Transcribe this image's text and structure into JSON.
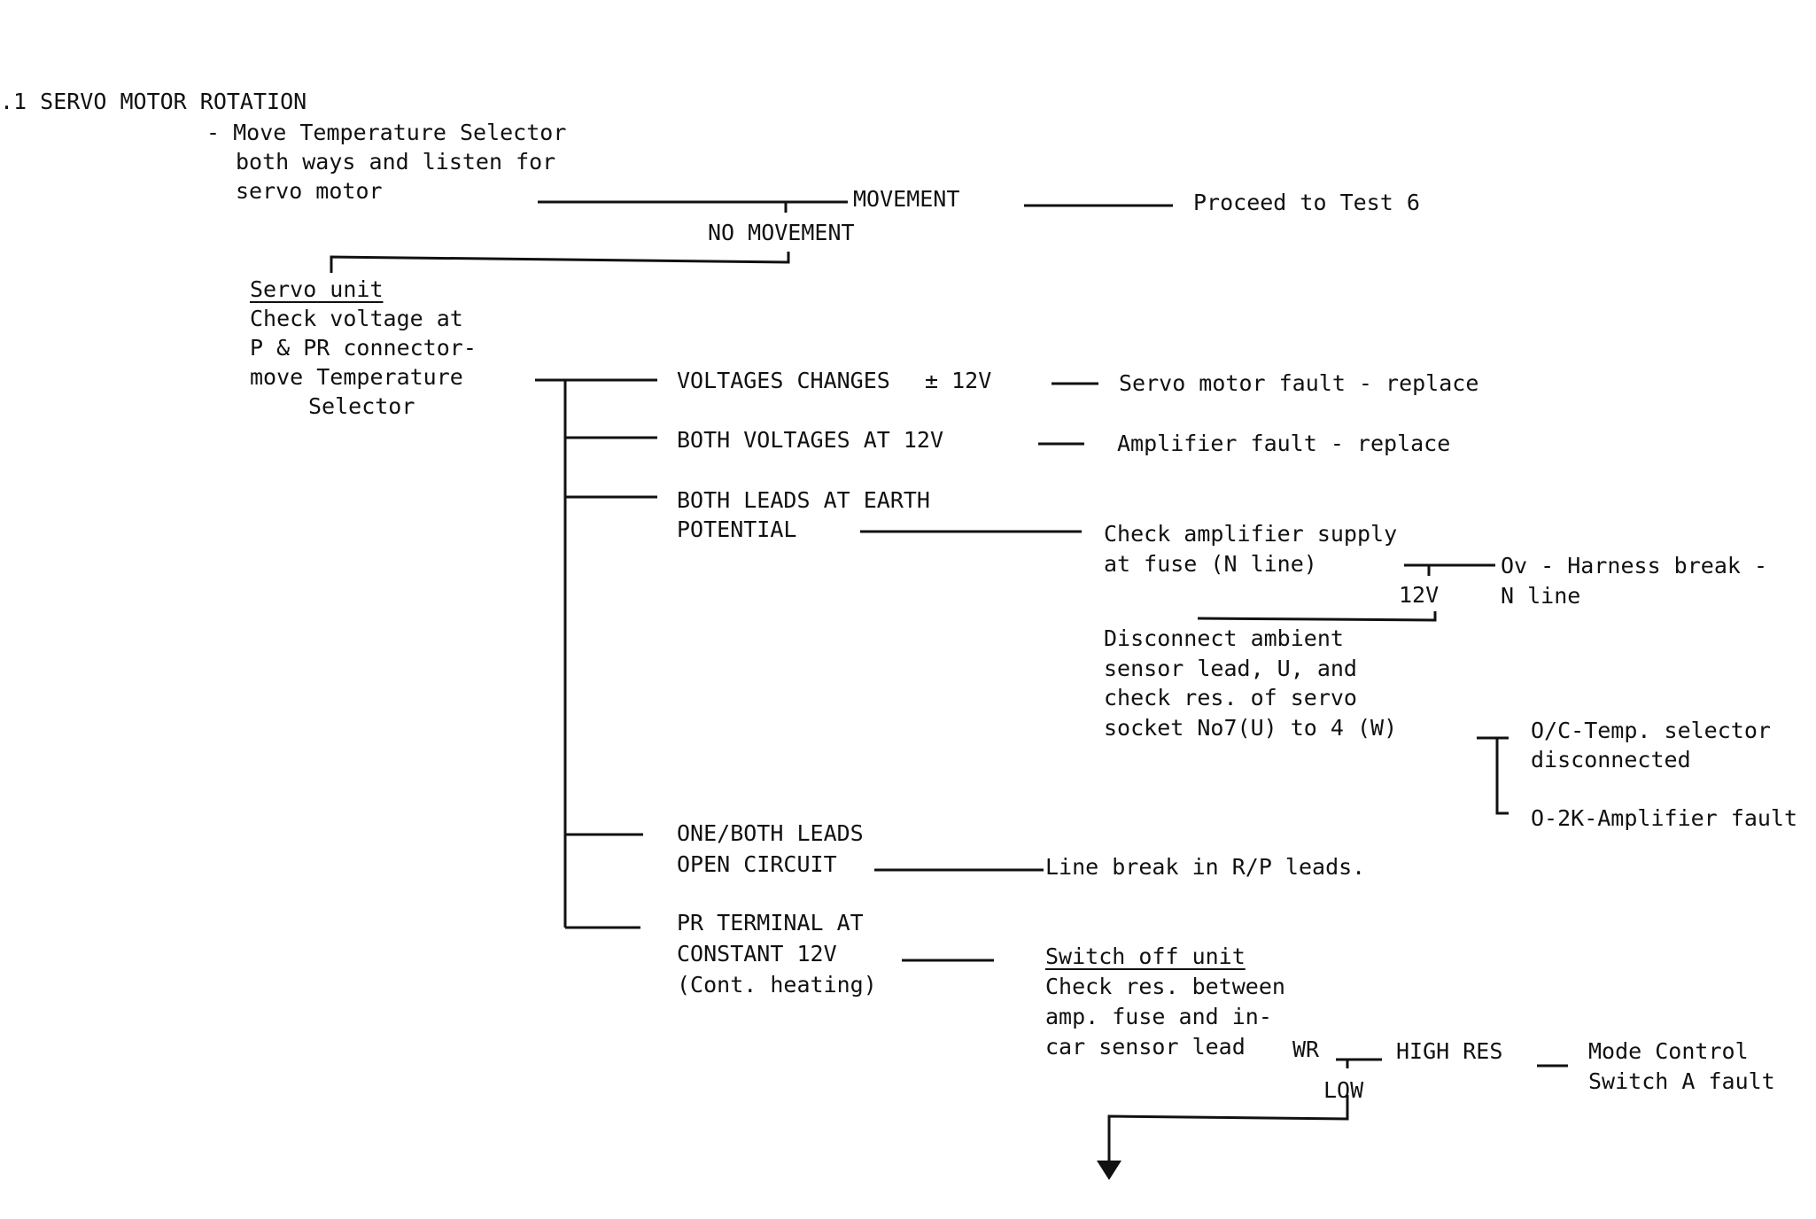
{
  "section_title": ".1 SERVO MOTOR ROTATION",
  "step1": {
    "line1": "- Move Temperature Selector",
    "line2": "both ways and listen for",
    "line3": "servo motor"
  },
  "movement_label": "MOVEMENT",
  "proceed_label": "Proceed to Test 6",
  "no_movement_label": "NO MOVEMENT",
  "servo": {
    "heading": "Servo unit",
    "line1": "Check voltage at",
    "line2": "P & PR connector-",
    "line3": "move Temperature",
    "line4": "Selector"
  },
  "branch_voltage_change": {
    "label": "VOLTAGES CHANGES",
    "value": "± 12V",
    "result": "Servo motor fault - replace"
  },
  "branch_both_12v": {
    "label": "BOTH VOLTAGES AT 12V",
    "result": "Amplifier fault - replace"
  },
  "branch_earth": {
    "line1": "BOTH LEADS AT EARTH",
    "line2": "POTENTIAL",
    "check_line1": "Check amplifier supply",
    "check_line2": "at fuse (N line)",
    "ov_line1": "Ov - Harness break -",
    "ov_line2": "N line",
    "v12_label": "12V",
    "disc_line1": "Disconnect ambient",
    "disc_line2": "sensor lead, U, and",
    "disc_line3": "check res. of servo",
    "disc_line4": "socket No7(U) to 4 (W)",
    "oc_line1": "O/C-Temp. selector",
    "oc_line2": "disconnected",
    "o2k_line": "O-2K-Amplifier fault"
  },
  "branch_open": {
    "line1": "ONE/BOTH LEADS",
    "line2": "OPEN CIRCUIT",
    "result": "Line break in R/P leads."
  },
  "branch_pr": {
    "line1": "PR TERMINAL AT",
    "line2": "CONSTANT 12V",
    "line3": "(Cont. heating)",
    "switch_heading": "Switch off unit",
    "switch_line1": "Check res. between",
    "switch_line2": "amp. fuse and in-",
    "switch_line3": "car sensor lead",
    "wr_label": "WR",
    "high_res_label": "HIGH RES",
    "mode_line1": "Mode Control",
    "mode_line2": "Switch A fault",
    "low_label": "LOW"
  }
}
